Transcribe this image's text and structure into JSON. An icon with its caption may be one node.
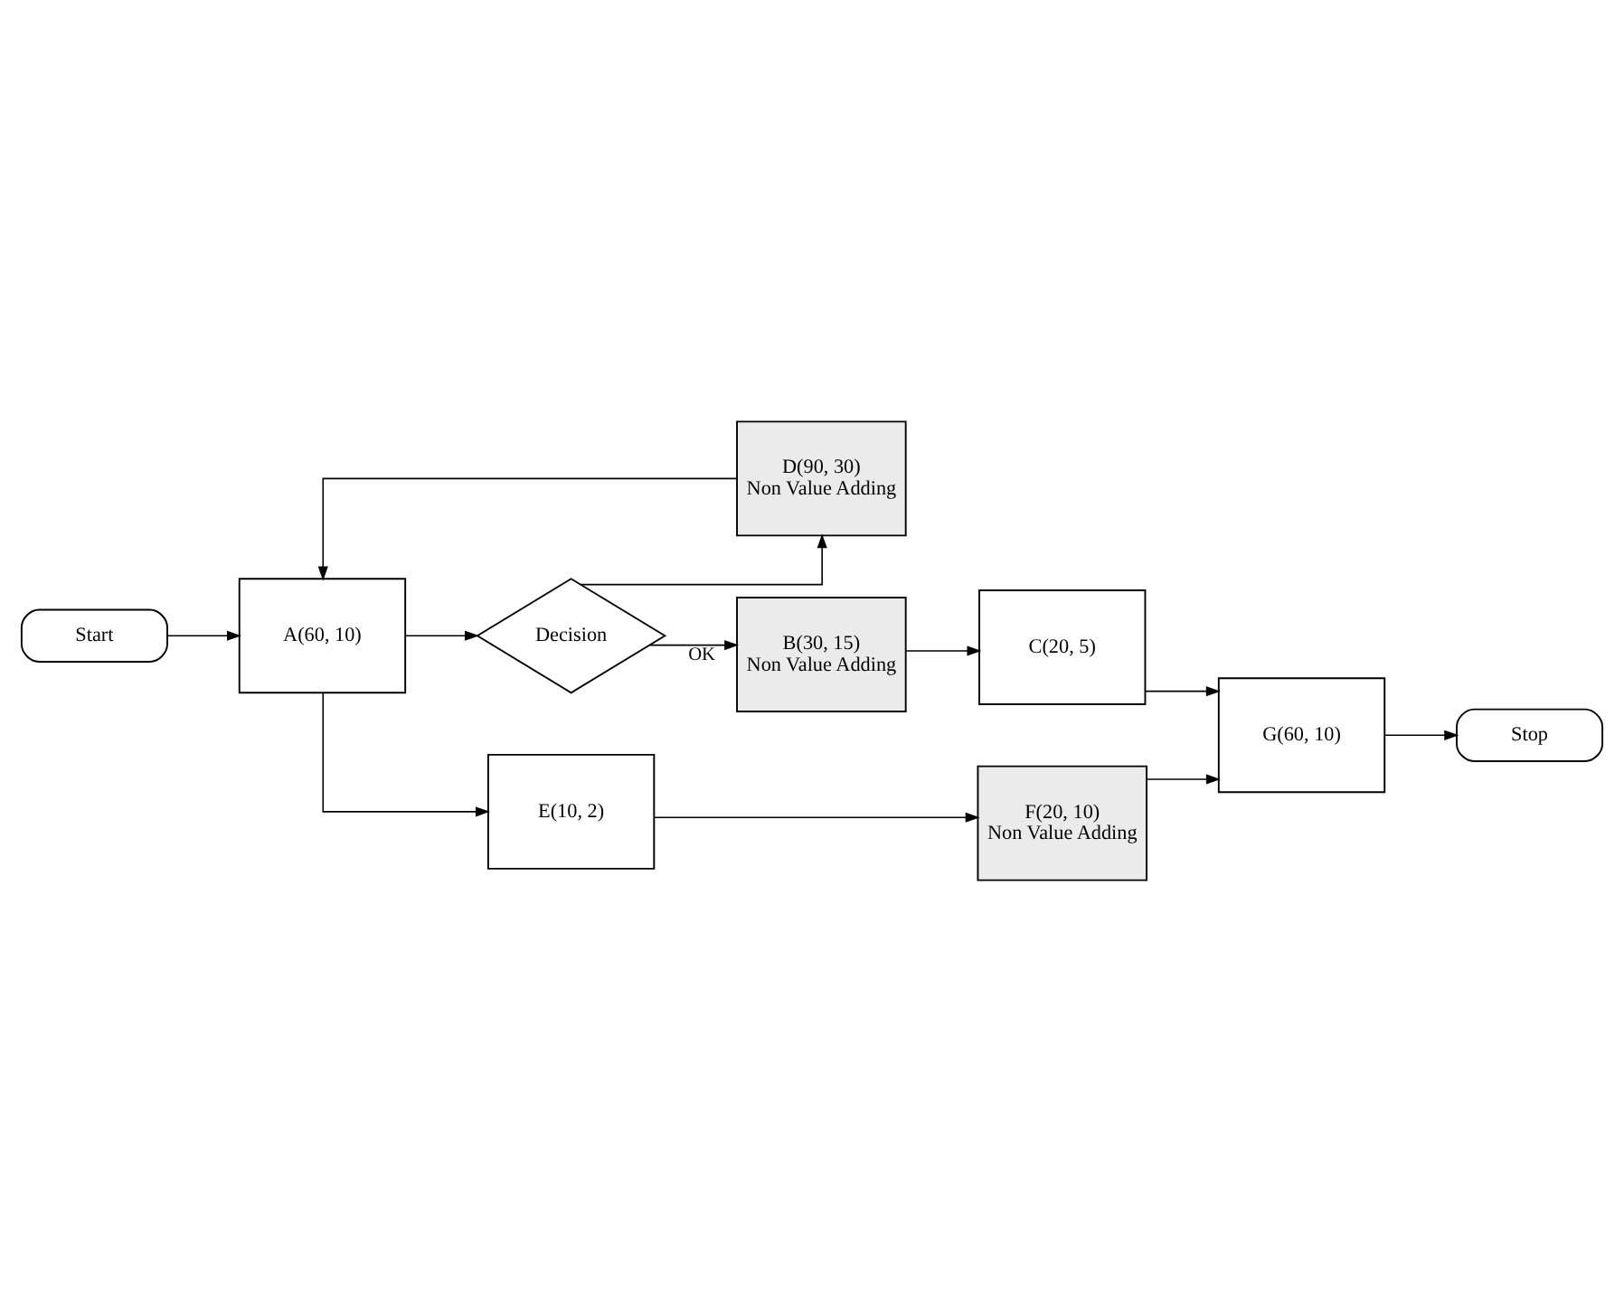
{
  "diagram": {
    "nodes": [
      {
        "text": [
          "Start"
        ]
      },
      {
        "text": [
          "A(60, 10)"
        ]
      },
      {
        "text": [
          "Decision"
        ]
      },
      {
        "text": [
          "D(90, 30)",
          "Non Value Adding"
        ]
      },
      {
        "text": [
          "B(30, 15)",
          "Non Value Adding"
        ]
      },
      {
        "text": [
          "C(20, 5)"
        ]
      },
      {
        "text": [
          "E(10, 2)"
        ]
      },
      {
        "text": [
          "F(20, 10)",
          "Non Value Adding"
        ]
      },
      {
        "text": [
          "G(60, 10)"
        ]
      },
      {
        "text": [
          "Stop"
        ]
      }
    ],
    "edges": [
      {
        "from": 0,
        "to": 1,
        "arrow": "to"
      },
      {
        "from": 1,
        "to": 2,
        "arrow": "to"
      },
      {
        "from": 2,
        "to": 3,
        "arrow": "to"
      },
      {
        "from": 3,
        "to": 1,
        "arrow": "to"
      },
      {
        "from": 2,
        "to": 4,
        "arrow": "to",
        "label": "OK"
      },
      {
        "from": 1,
        "to": 6,
        "arrow": "to"
      },
      {
        "from": 4,
        "to": 5,
        "arrow": "to"
      },
      {
        "from": 6,
        "to": 7,
        "arrow": "to"
      },
      {
        "from": 5,
        "to": 8,
        "arrow": "to"
      },
      {
        "from": 7,
        "to": 8,
        "arrow": "to"
      },
      {
        "from": 8,
        "to": 9,
        "arrow": "to"
      }
    ]
  }
}
